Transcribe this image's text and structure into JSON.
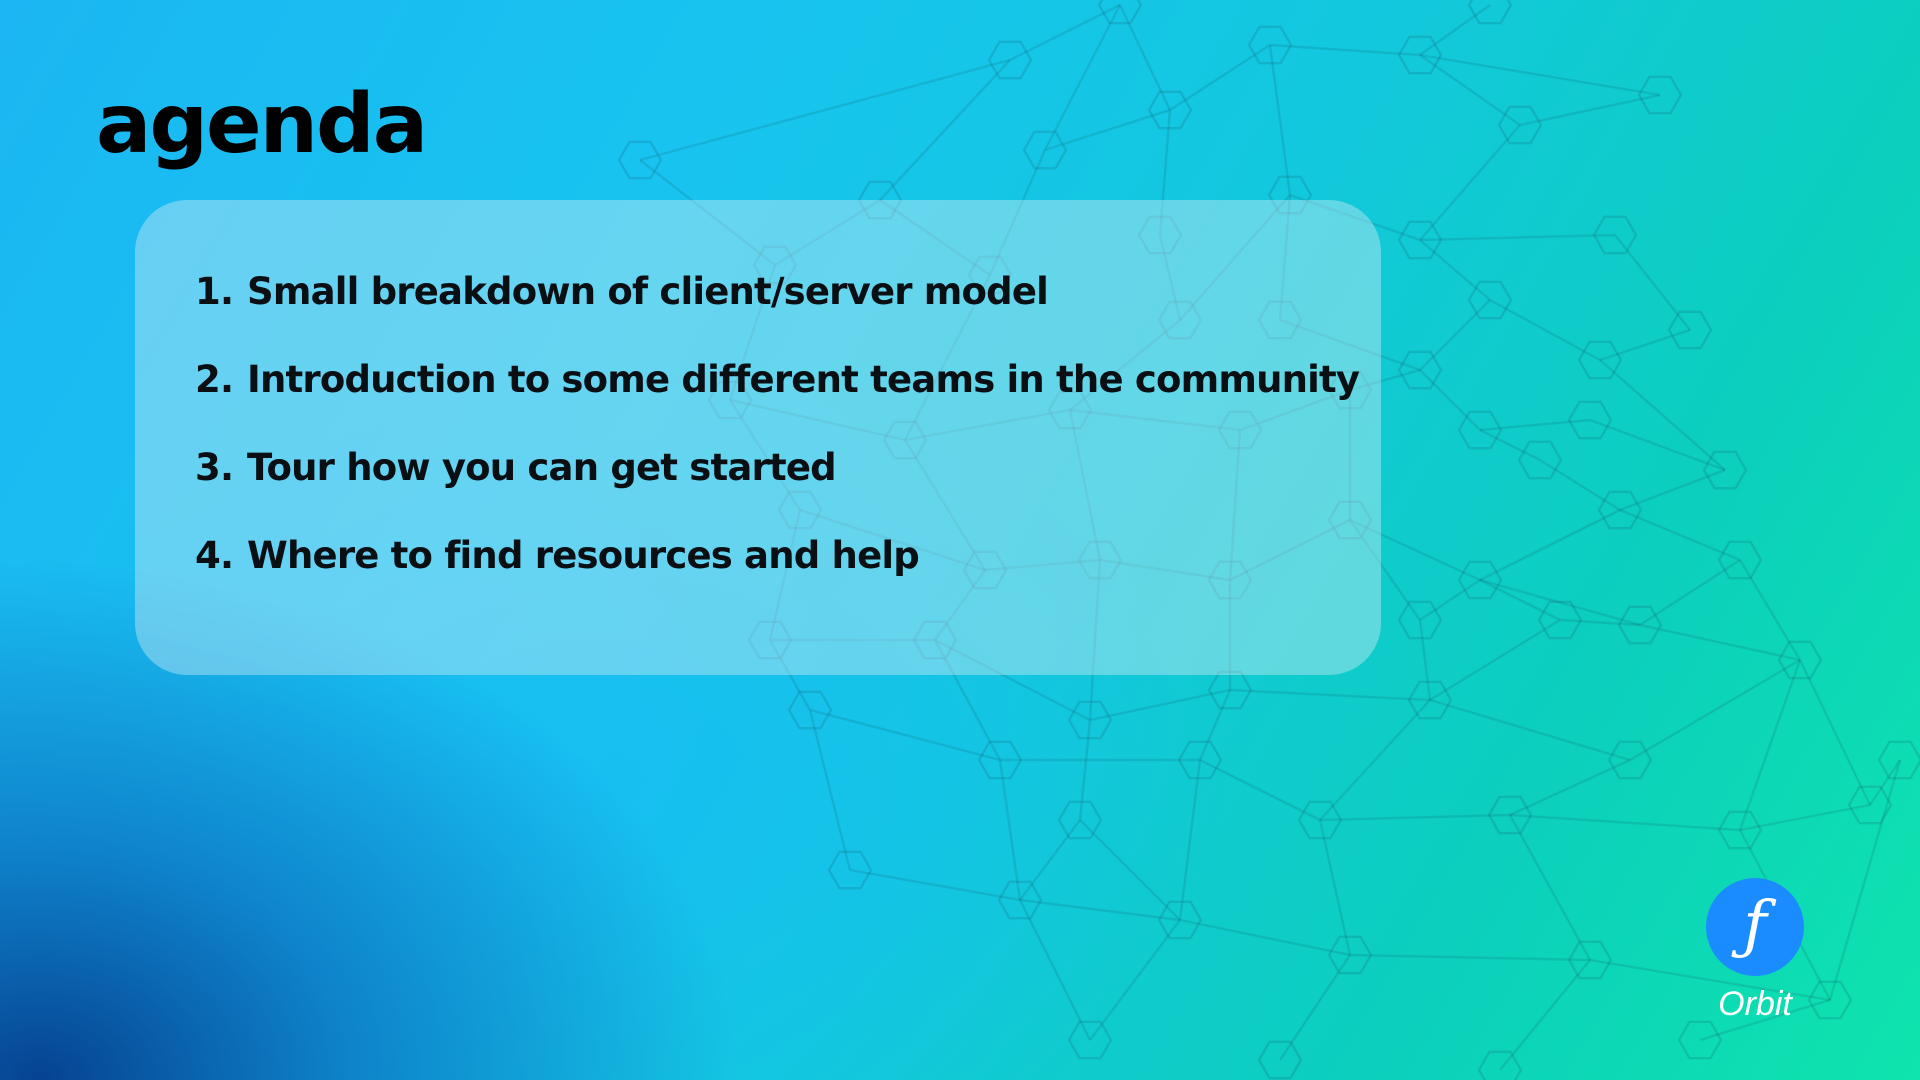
{
  "slide": {
    "title": "agenda",
    "items": [
      {
        "number": "1.",
        "text": "Small breakdown of client/server model"
      },
      {
        "number": "2.",
        "text": "Introduction to some different teams in the community"
      },
      {
        "number": "3.",
        "text": "Tour how you can get started"
      },
      {
        "number": "4.",
        "text": "Where to find resources and help"
      }
    ]
  },
  "logo": {
    "icon": "filecoin-f-icon",
    "label": "Orbit",
    "color": "#1a8cff"
  },
  "colors": {
    "background_start": "#1bb6f3",
    "background_end": "#0ee4ad",
    "text": "#000000"
  }
}
